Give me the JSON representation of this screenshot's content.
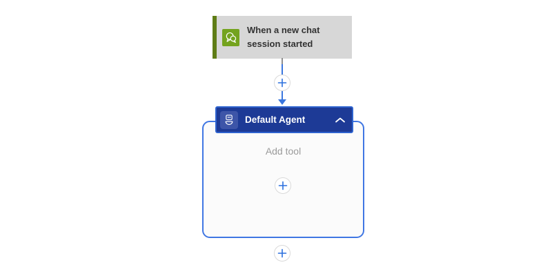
{
  "colors": {
    "canvas_bg": "#ffffff",
    "connector_blue": "#3a76de",
    "stub_gray": "#8f8f8f",
    "trigger_bg": "#d7d7d7",
    "trigger_bar": "#5f7d16",
    "trigger_icon_bg": "#74a31e",
    "trigger_text": "#323232",
    "header_bg": "#1d3a96",
    "header_border": "#2e63cf",
    "header_icon_bg": "#3d55a8",
    "scope_border": "#3f76e3",
    "scope_bg": "#fbfbfb",
    "placeholder_gray": "#9a9a9a",
    "plus_blue": "#2a6fdd",
    "plus_border": "#d9d9d9"
  },
  "trigger": {
    "title_line1": "When a new chat",
    "title_line2": "session started",
    "icon": "chat-bubbles-icon"
  },
  "agent": {
    "header_label": "Default Agent",
    "header_icon": "bot-icon",
    "collapse_icon": "chevron-up-icon",
    "body_placeholder": "Add tool",
    "state": "selected-expanded"
  },
  "buttons": {
    "insert_between_icon": "plus-icon",
    "add_tool_icon": "plus-icon",
    "insert_after_icon": "plus-icon"
  }
}
